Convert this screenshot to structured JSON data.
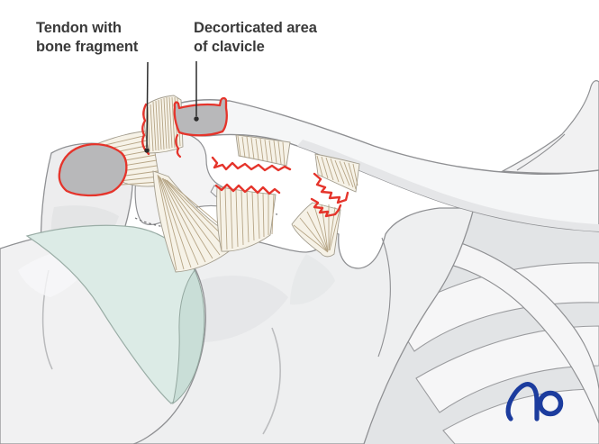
{
  "annotations": {
    "label_tendon": {
      "line1": "Tendon with",
      "line2": "bone fragment"
    },
    "label_decorticated": {
      "line1": "Decorticated area",
      "line2": "of clavicle"
    }
  },
  "logo": {
    "text": "AO"
  },
  "colors": {
    "highlight_red": "#E5342B",
    "decorticated_gray": "#B8B8BA",
    "cartilage_teal": "#DCE9E4",
    "cartilage_rim_teal": "#C9DED7",
    "bone_light": "#F2F2F3",
    "tendon_cream": "#F6F2E7",
    "tendon_fiber_tan": "#B6A586",
    "logo_blue": "#1C3C9E",
    "label_text": "#3A3A3A"
  }
}
